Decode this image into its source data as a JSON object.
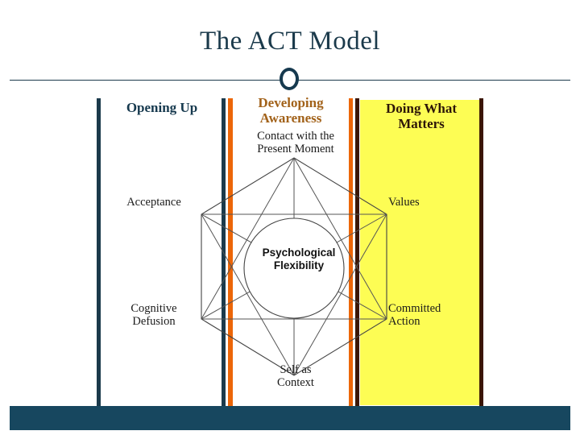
{
  "slide": {
    "title": "The ACT Model",
    "title_color": "#1b3a4b",
    "background": "#ffffff",
    "footer_color": "#17475f",
    "highlight_color": "#fdfd54"
  },
  "columns": [
    {
      "label": "Opening Up",
      "color": "#16394e"
    },
    {
      "label": "Developing Awareness",
      "color": "#a2621a"
    },
    {
      "label": "Doing What Matters",
      "color": "#2d1608"
    }
  ],
  "dividers": [
    {
      "name": "left-navy",
      "color": "#1b3a4b"
    },
    {
      "name": "mid-navy",
      "color": "#1b3a4b"
    },
    {
      "name": "mid-orange",
      "color": "#ec6608"
    },
    {
      "name": "right-orange",
      "color": "#ec6608"
    },
    {
      "name": "right-brown",
      "color": "#3b1605"
    },
    {
      "name": "far-brown",
      "color": "#3b1605"
    }
  ],
  "hexaflex": {
    "center": "Psychological\nFlexibility",
    "vertices": [
      {
        "position": "top",
        "label": "Contact with the\nPresent Moment"
      },
      {
        "position": "upper-right",
        "label": "Values"
      },
      {
        "position": "lower-right",
        "label": "Committed\nAction"
      },
      {
        "position": "bottom",
        "label": "Self as\nContext"
      },
      {
        "position": "lower-left",
        "label": "Cognitive\nDefusion"
      },
      {
        "position": "upper-left",
        "label": "Acceptance"
      }
    ]
  }
}
